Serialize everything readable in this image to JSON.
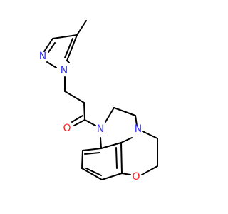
{
  "structure": {
    "atoms": {
      "pyrazole_n1": {
        "symbol": "N"
      },
      "pyrazole_n2": {
        "symbol": "N"
      },
      "carbonyl_o": {
        "symbol": "O"
      },
      "amide_n": {
        "symbol": "N"
      },
      "bridge_n": {
        "symbol": "N"
      },
      "ether_o": {
        "symbol": "O"
      }
    }
  },
  "colors": {
    "bond": "#000000",
    "nitrogen": "#3333ff",
    "oxygen": "#ff2020"
  }
}
